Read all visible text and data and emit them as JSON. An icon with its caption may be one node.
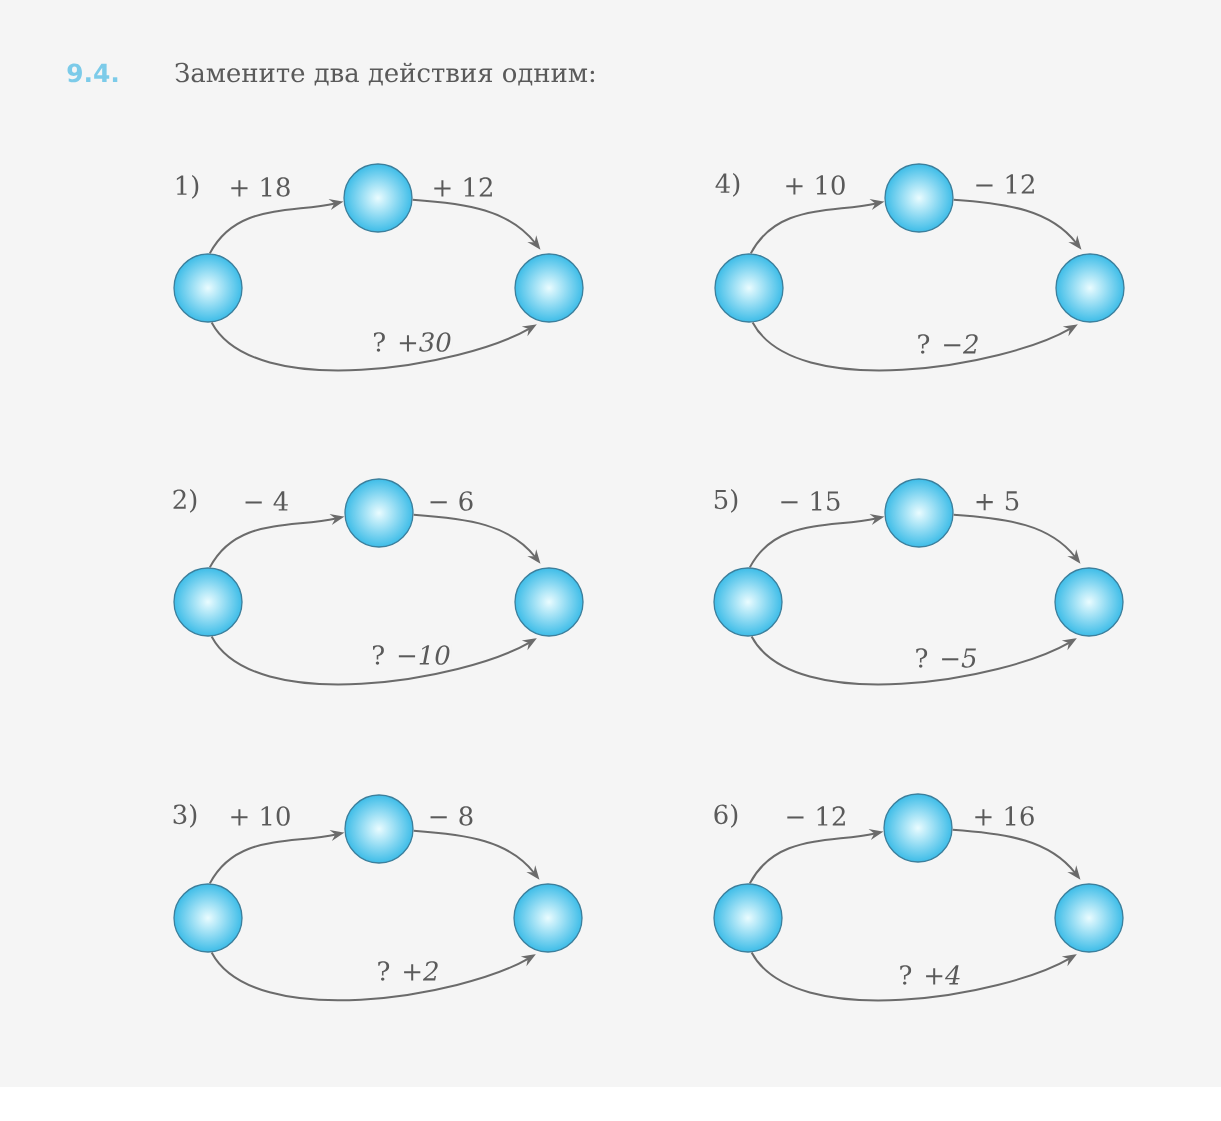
{
  "diagram": {
    "title": "Замените два действия одним:",
    "nodes": [
      {
        "text": [],
        "shape": "circle"
      },
      {
        "text": [],
        "shape": "circle"
      },
      {
        "text": [],
        "shape": "circle"
      },
      {
        "text": [],
        "shape": "circle"
      },
      {
        "text": [],
        "shape": "circle"
      },
      {
        "text": [],
        "shape": "circle"
      },
      {
        "text": [],
        "shape": "circle"
      },
      {
        "text": [],
        "shape": "circle"
      },
      {
        "text": [],
        "shape": "circle"
      },
      {
        "text": [],
        "shape": "circle"
      },
      {
        "text": [],
        "shape": "circle"
      },
      {
        "text": [],
        "shape": "circle"
      },
      {
        "text": [],
        "shape": "circle"
      },
      {
        "text": [],
        "shape": "circle"
      },
      {
        "text": [],
        "shape": "circle"
      },
      {
        "text": [],
        "shape": "circle"
      },
      {
        "text": [],
        "shape": "circle"
      },
      {
        "text": [],
        "shape": "circle"
      }
    ],
    "edges": [
      {
        "from": 0,
        "to": 1,
        "arrow": "to",
        "label": "+ 18"
      },
      {
        "from": 1,
        "to": 2,
        "arrow": "to",
        "label": "+ 12"
      },
      {
        "from": 0,
        "to": 2,
        "arrow": "to",
        "label": "? *+30*"
      },
      {
        "from": 3,
        "to": 4,
        "arrow": "to",
        "label": "+ 10"
      },
      {
        "from": 4,
        "to": 5,
        "arrow": "to",
        "label": "− 12"
      },
      {
        "from": 3,
        "to": 5,
        "arrow": "to",
        "label": "? *−2*"
      },
      {
        "from": 6,
        "to": 7,
        "arrow": "to",
        "label": "− 4"
      },
      {
        "from": 7,
        "to": 8,
        "arrow": "to",
        "label": "− 6"
      },
      {
        "from": 6,
        "to": 8,
        "arrow": "to",
        "label": "? *−10*"
      },
      {
        "from": 9,
        "to": 10,
        "arrow": "to",
        "label": "− 15"
      },
      {
        "from": 10,
        "to": 11,
        "arrow": "to",
        "label": "+ 5"
      },
      {
        "from": 9,
        "to": 11,
        "arrow": "to",
        "label": "? *−5*"
      },
      {
        "from": 12,
        "to": 13,
        "arrow": "to",
        "label": "+ 10"
      },
      {
        "from": 13,
        "to": 14,
        "arrow": "to",
        "label": "− 8"
      },
      {
        "from": 12,
        "to": 14,
        "arrow": "to",
        "label": "? *+2*"
      },
      {
        "from": 15,
        "to": 16,
        "arrow": "to",
        "label": "− 12"
      },
      {
        "from": 16,
        "to": 17,
        "arrow": "to",
        "label": "+ 16"
      },
      {
        "from": 15,
        "to": 17,
        "arrow": "to",
        "label": "? *+4*"
      }
    ],
    "labels": [
      "9.4.",
      "1)",
      "4)",
      "2)",
      "5)",
      "3)",
      "6)"
    ]
  }
}
